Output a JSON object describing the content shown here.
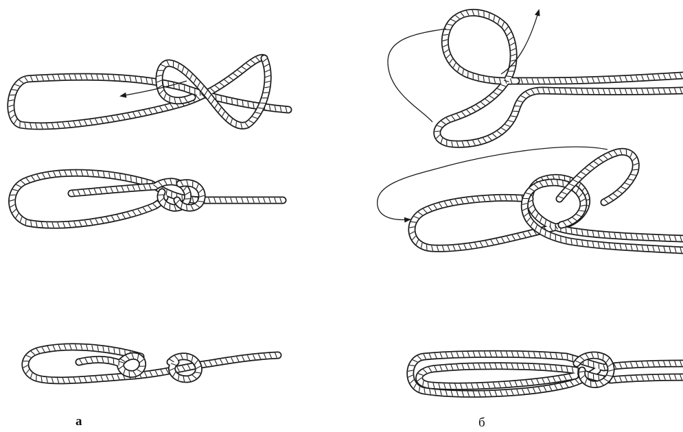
{
  "captions": {
    "left": "а",
    "right": "б"
  },
  "figures": [
    {
      "id": "a1",
      "panel": "а",
      "step": 1
    },
    {
      "id": "a2",
      "panel": "а",
      "step": 2
    },
    {
      "id": "a3",
      "panel": "а",
      "step": 3
    },
    {
      "id": "b1",
      "panel": "б",
      "step": 1
    },
    {
      "id": "b2",
      "panel": "б",
      "step": 2
    },
    {
      "id": "b3",
      "panel": "б",
      "step": 3
    }
  ],
  "colors": {
    "line": "#1a1a1a",
    "background": "#ffffff"
  }
}
